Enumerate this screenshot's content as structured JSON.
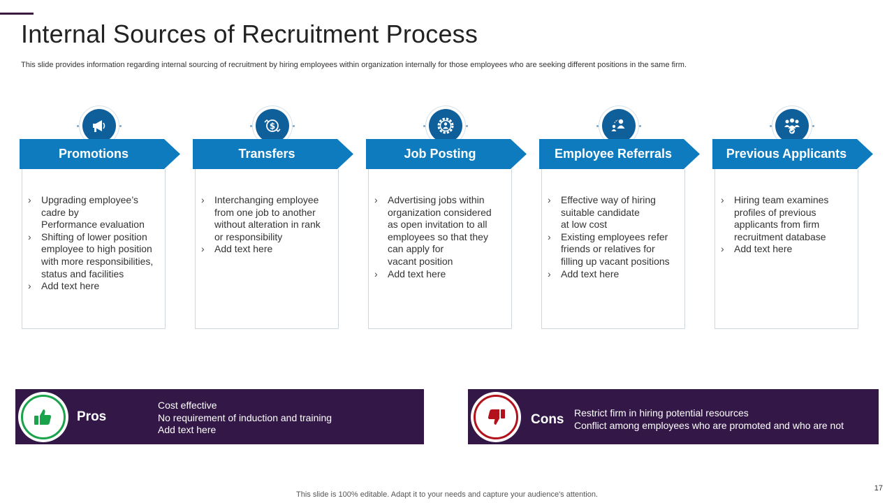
{
  "header": {
    "title": "Internal Sources of Recruitment Process",
    "subtitle": "This slide provides information regarding internal sourcing of recruitment by hiring employees within organization internally for those employees who are seeking different positions in the same firm."
  },
  "cards": [
    {
      "icon": "megaphone-icon",
      "title": "Promotions",
      "lines": [
        "Upgrading employee’s",
        "cadre by",
        "Performance evaluation",
        "Shifting of lower position",
        "employee to high position",
        "with more responsibilities,",
        "status and facilities",
        "Add text here"
      ]
    },
    {
      "icon": "dollar-transfer-icon",
      "title": "Transfers",
      "lines": [
        "Interchanging employee",
        "from one job to another",
        "without alteration in rank",
        "or responsibility",
        "Add text here"
      ]
    },
    {
      "icon": "gear-person-icon",
      "title": "Job Posting",
      "lines": [
        "Advertising jobs within",
        "organization considered",
        "as open invitation to all",
        "employees so that they",
        "can apply for",
        "vacant position",
        "Add text here"
      ]
    },
    {
      "icon": "referral-icon",
      "title": "Employee Referrals",
      "lines": [
        "Effective way of hiring",
        "suitable candidate",
        "at low cost",
        "Existing employees refer",
        "friends or relatives for",
        "filling up vacant positions",
        "Add text here"
      ]
    },
    {
      "icon": "group-check-icon",
      "title": "Previous Applicants",
      "lines": [
        "Hiring team examines",
        "profiles of previous",
        "applicants  from firm",
        "recruitment database",
        "Add text here"
      ]
    }
  ],
  "pros": {
    "label": "Pros",
    "lines": [
      "Cost effective",
      "No requirement of induction and training",
      "Add text here"
    ]
  },
  "cons": {
    "label": "Cons",
    "lines": [
      "Restrict firm in hiring potential resources",
      "Conflict among employees who are promoted and who are not"
    ]
  },
  "footer": {
    "note": "This slide is 100% editable. Adapt it to your needs and capture your audience's attention.",
    "page_number": "17"
  },
  "colors": {
    "accent_blue": "#0f7bbf",
    "icon_blue": "#0f5f9a",
    "panel_purple": "#331847",
    "pros_green": "#1aa34a",
    "cons_red": "#b3121c"
  }
}
